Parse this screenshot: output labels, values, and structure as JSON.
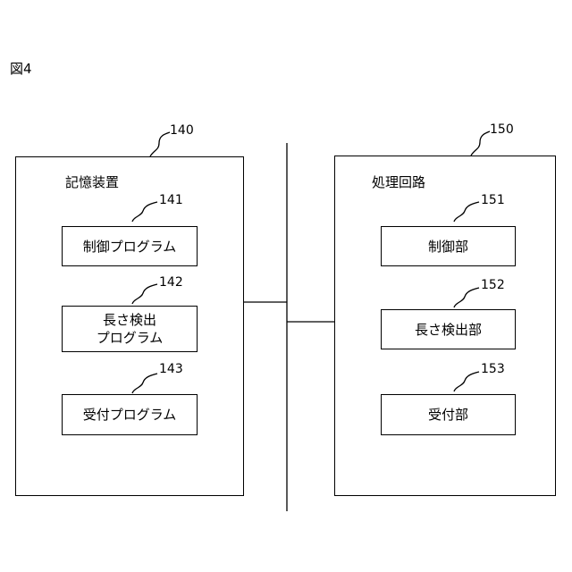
{
  "figure": {
    "label": "図4"
  },
  "memory": {
    "ref": "140",
    "title": "記憶装置",
    "items": [
      {
        "ref": "141",
        "label": "制御プログラム"
      },
      {
        "ref": "142",
        "label_line1": "長さ検出",
        "label_line2": "プログラム"
      },
      {
        "ref": "143",
        "label": "受付プログラム"
      }
    ]
  },
  "processor": {
    "ref": "150",
    "title": "処理回路",
    "items": [
      {
        "ref": "151",
        "label": "制御部"
      },
      {
        "ref": "152",
        "label": "長さ検出部"
      },
      {
        "ref": "153",
        "label": "受付部"
      }
    ]
  }
}
